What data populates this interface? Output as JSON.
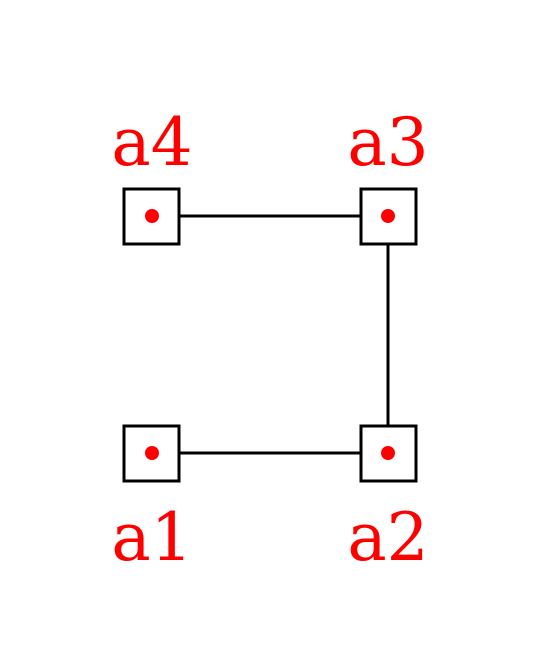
{
  "colors": {
    "label": "#ff0000",
    "dot": "#ff0000",
    "box_stroke": "#000000",
    "edge": "#000000",
    "background": "#ffffff"
  },
  "nodes": [
    {
      "id": "a1",
      "label": "a1"
    },
    {
      "id": "a2",
      "label": "a2"
    },
    {
      "id": "a3",
      "label": "a3"
    },
    {
      "id": "a4",
      "label": "a4"
    }
  ],
  "edges": [
    {
      "from": "a1",
      "to": "a2"
    },
    {
      "from": "a2",
      "to": "a3"
    },
    {
      "from": "a3",
      "to": "a4"
    }
  ]
}
